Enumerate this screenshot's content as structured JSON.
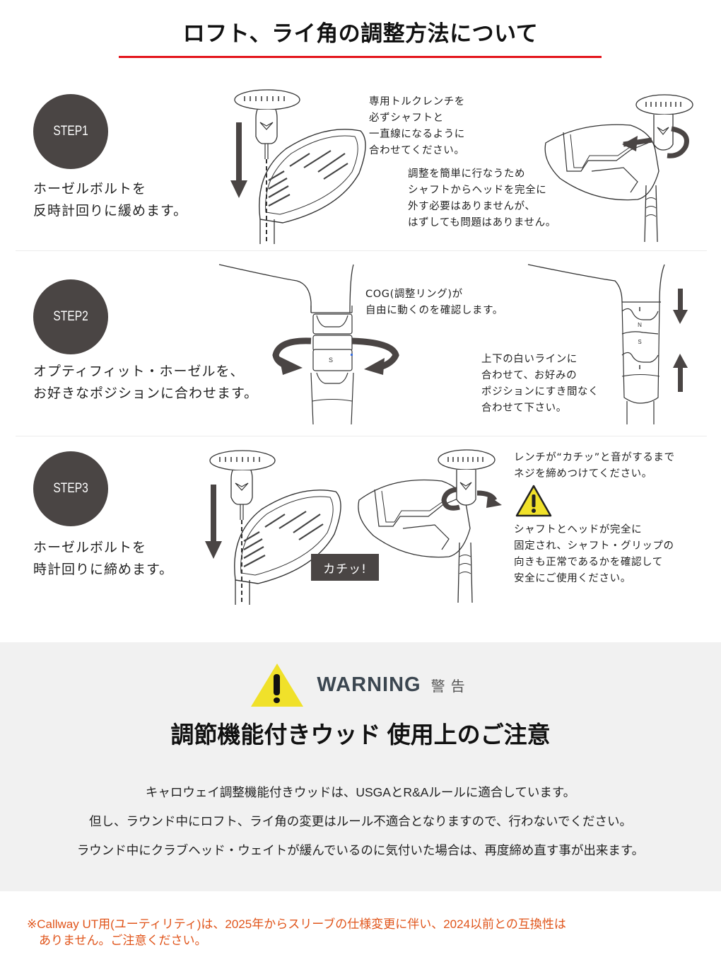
{
  "page": {
    "title": "ロフト、ライ角の調整方法について",
    "accent_color": "#e3141b"
  },
  "steps": [
    {
      "label": "STEP1",
      "description": "ホーゼルボルトを\n反時計回りに緩めます。",
      "notes": [
        "専用トルクレンチを\n必ずシャフトと\n一直線になるように\n合わせてください。",
        "調整を簡単に行なうため\nシャフトからヘッドを完全に\n外す必要はありませんが、\nはずしても問題はありません。"
      ]
    },
    {
      "label": "STEP2",
      "description": "オプティフィット・ホーゼルを、\nお好きなポジションに合わせます。",
      "notes": [
        "COG(調整リング)が\n自由に動くのを確認します。",
        "上下の白いラインに\n合わせて、お好みの\nポジションにすき間なく\n合わせて下さい。"
      ],
      "ring_labels": [
        "N",
        "S"
      ]
    },
    {
      "label": "STEP3",
      "description": "ホーゼルボルトを\n時計回りに締めます。",
      "badge": "カチッ!",
      "notes": [
        "レンチが“カチッ”と音がするまで\nネジを締めつけてください。",
        "シャフトとヘッドが完全に\n固定され、シャフト・グリップの\n向きも正常であるかを確認して\n安全にご使用ください。"
      ]
    }
  ],
  "warning": {
    "word": "WARNING",
    "kanji": "警告",
    "heading": "調節機能付きウッド 使用上のご注意",
    "lines": [
      "キャロウェイ調整機能付きウッドは、USGAとR&Aルールに適合しています。",
      "但し、ラウンド中にロフト、ライ角の変更はルール不適合となりますので、行わないでください。",
      "ラウンド中にクラブヘッド・ウェイトが緩んでいるのに気付いた場合は、再度締め直す事が出来ます。"
    ],
    "icon_color": "#f0e12a",
    "text_color": "#3b4650"
  },
  "footnote": {
    "text": "※Callway UT用(ユーティリティ)は、2025年からスリーブの仕様変更に伴い、2024以前との互換性は\n　ありません。ご注意ください。",
    "color": "#e0541a"
  }
}
